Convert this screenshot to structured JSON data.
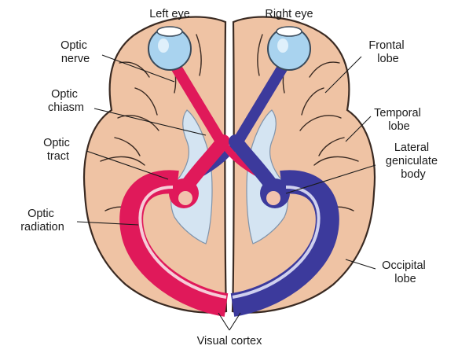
{
  "labels": {
    "left_eye": "Left eye",
    "right_eye": "Right eye",
    "optic_nerve": [
      "Optic",
      "nerve"
    ],
    "frontal_lobe": [
      "Frontal",
      "lobe"
    ],
    "optic_chiasm": [
      "Optic",
      "chiasm"
    ],
    "temporal_lobe": [
      "Temporal",
      "lobe"
    ],
    "optic_tract": [
      "Optic",
      "tract"
    ],
    "lateral_geniculate_body": [
      "Lateral",
      "geniculate",
      "body"
    ],
    "optic_radiation": [
      "Optic",
      "radiation"
    ],
    "occipital_lobe": [
      "Occipital",
      "lobe"
    ],
    "visual_cortex": "Visual cortex"
  },
  "colors": {
    "left_pathway": "#e0195a",
    "right_pathway": "#3c3a9c",
    "brain_fill": "#efc3a4",
    "eye_fill": "#a9d3ef"
  }
}
